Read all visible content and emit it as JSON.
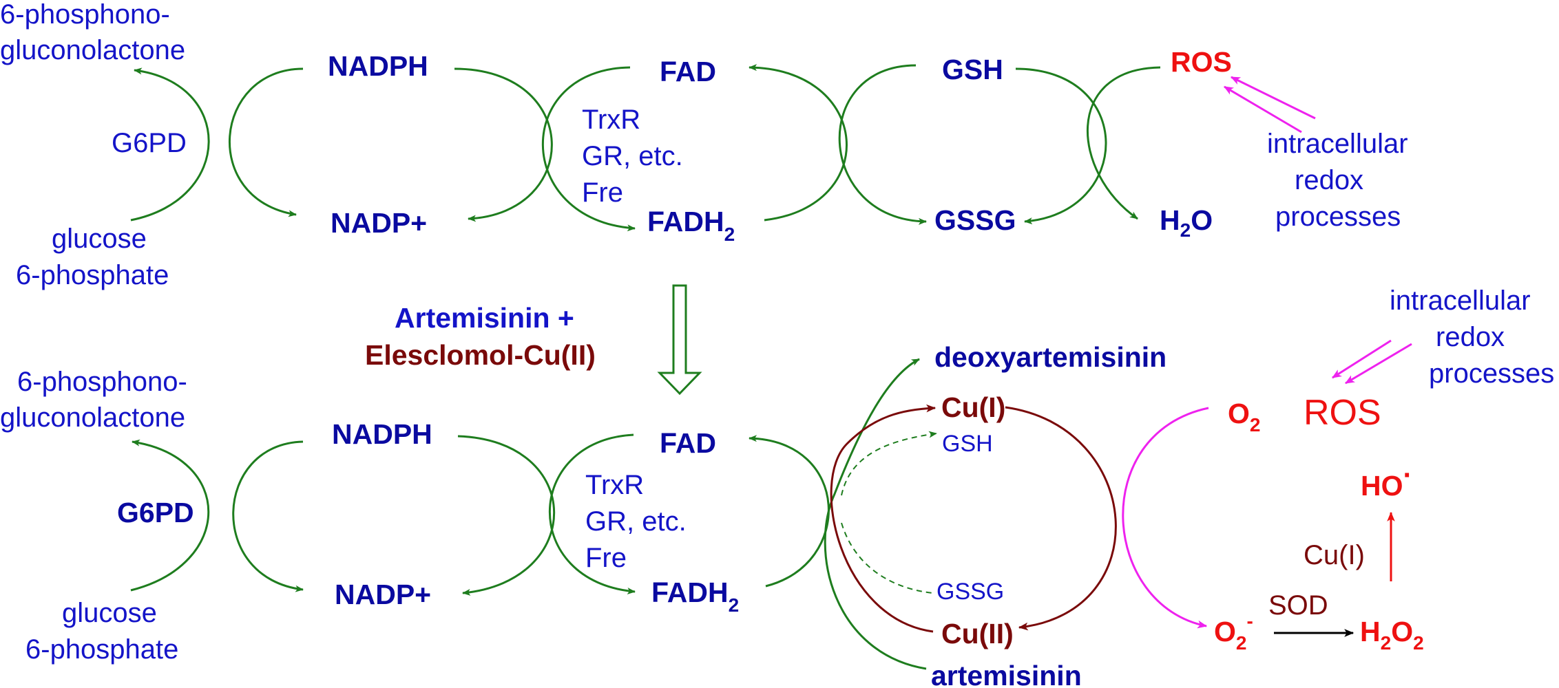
{
  "colors": {
    "blue": "#1414c8",
    "navy": "#0a0aa0",
    "green": "#1e7d1e",
    "red": "#ee1111",
    "maroon": "#7a0a0a",
    "magenta": "#ee22ee",
    "black": "#000000"
  },
  "top": {
    "phosphono_1": "6-phosphono-",
    "phosphono_2": "gluconolactone",
    "g6pd": "G6PD",
    "glucose_1": "glucose",
    "glucose_2": "6-phosphate",
    "nadph": "NADPH",
    "nadp": "NADP+",
    "fad": "FAD",
    "fadh": "FADH",
    "fadh_sub": "2",
    "enzymes": [
      "TrxR",
      "GR, etc.",
      "Fre"
    ],
    "gsh": "GSH",
    "gssg": "GSSG",
    "ros": "ROS",
    "h2o_h": "H",
    "h2o_sub": "2",
    "h2o_o": "O",
    "redox": [
      "intracellular",
      "redox",
      "processes"
    ]
  },
  "middle": {
    "artemisinin_plus": "Artemisinin +",
    "elesclomol": "Elesclomol-Cu(II)"
  },
  "bottom": {
    "phosphono_1": "6-phosphono-",
    "phosphono_2": "gluconolactone",
    "g6pd": "G6PD",
    "glucose_1": "glucose",
    "glucose_2": "6-phosphate",
    "nadph": "NADPH",
    "nadp": "NADP+",
    "fad": "FAD",
    "fadh": "FADH",
    "fadh_sub": "2",
    "enzymes": [
      "TrxR",
      "GR, etc.",
      "Fre"
    ],
    "deoxyartemisinin": "deoxyartemisinin",
    "artemisinin": "artemisinin",
    "cu1": "Cu(I)",
    "cu2": "Cu(II)",
    "gsh": "GSH",
    "gssg": "GSSG",
    "o2": "O",
    "o2_sub": "2",
    "superoxide": "O",
    "superoxide_sub": "2",
    "superoxide_sup": "-",
    "ros": "ROS",
    "redox": [
      "intracellular",
      "redox",
      "processes"
    ],
    "ho": "HO",
    "ho_sup": "·",
    "cu1_label": "Cu(I)",
    "sod": "SOD",
    "h2o2_h": "H",
    "h2o2_sub1": "2",
    "h2o2_o": "O",
    "h2o2_sub2": "2"
  }
}
